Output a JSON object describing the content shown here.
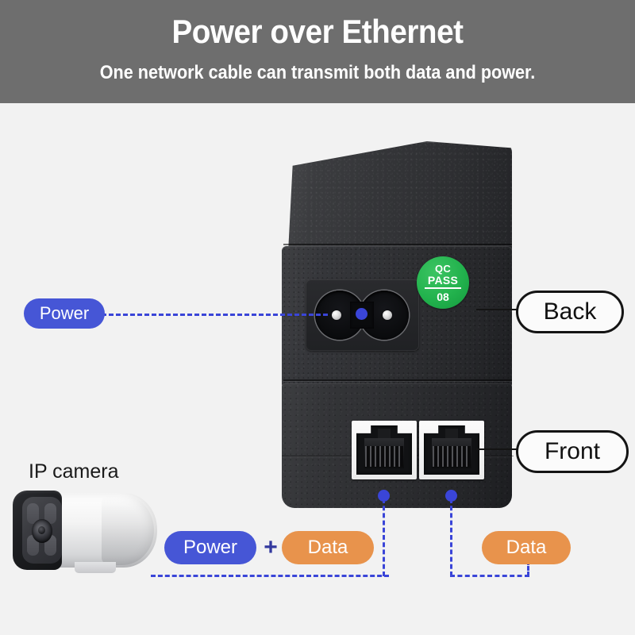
{
  "header": {
    "title": "Power over Ethernet",
    "subtitle": "One network cable can transmit both data and power.",
    "background_color": "#6e6e6e",
    "text_color": "#ffffff"
  },
  "colors": {
    "power_blue": "#4656d6",
    "data_orange": "#e8934c",
    "dash_blue": "#3a45d8",
    "qc_green": "#22b24d",
    "page_background": "#f2f2f2",
    "device_black": "#2c2d30"
  },
  "device": {
    "name": "poe-injector",
    "qc_sticker": {
      "line1": "QC",
      "line2": "PASS",
      "line3": "08"
    },
    "ports": {
      "power_socket": "C8 figure-8 power inlet",
      "rj45_left": "RJ45 port (PoE out)",
      "rj45_right": "RJ45 port (LAN in)"
    }
  },
  "callouts": {
    "power_left": "Power",
    "back": "Back",
    "front": "Front",
    "power_bottom": "Power",
    "plus": "+",
    "data_bottom": "Data",
    "data_right": "Data"
  },
  "camera": {
    "label": "IP camera"
  }
}
